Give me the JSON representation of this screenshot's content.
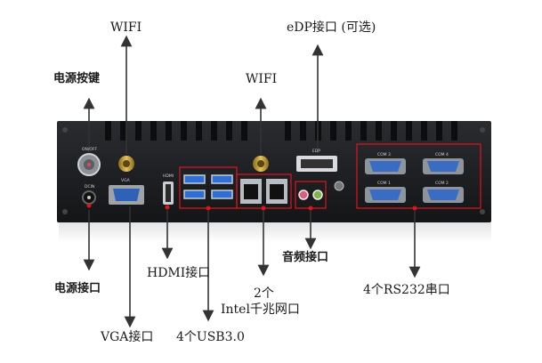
{
  "labels": {
    "wifi_left": "WIFI",
    "wifi_center": "WIFI",
    "edp": "eDP接口 (可选)",
    "power_button": "电源按键",
    "power_port": "电源接口",
    "vga": "VGA接口",
    "hdmi": "HDMI接口",
    "usb": "4个USB3.0",
    "lan_line1": "2个",
    "lan_line2": "Intel千兆网口",
    "audio": "音频接口",
    "com": "4个RS232串口"
  },
  "panel_text": {
    "on_off": "ON/OFF",
    "dcin": "DCIN",
    "vga": "VGA",
    "hdmi": "HDMI",
    "edp": "EDP",
    "com3": "COM 3",
    "com4": "COM 4",
    "com1": "COM 1",
    "com2": "COM 2"
  },
  "colors": {
    "panel": "#1d1f22",
    "highlight_box": "#e0141e",
    "arrow": "#333333",
    "vga_blue": "#2f62b7",
    "com_blue": "#3a6cc4",
    "usb_blue": "#2e6fd6",
    "gold": "#c9a23c"
  }
}
